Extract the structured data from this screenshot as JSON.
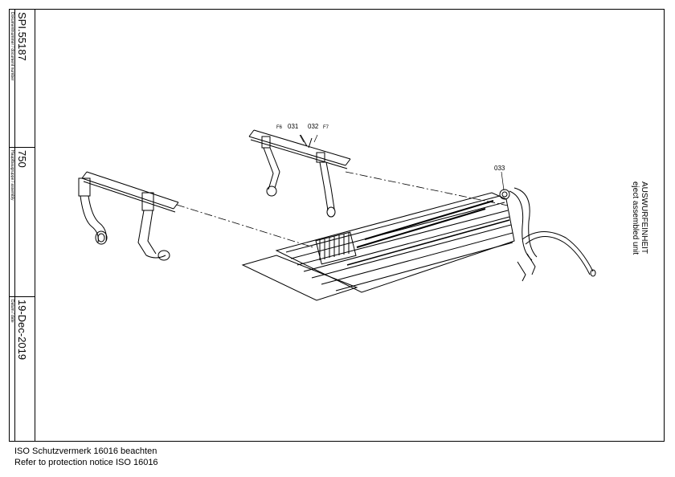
{
  "title_block": {
    "document_number_label": "Dokumentnummer / document number",
    "document_number": "SPI.55187",
    "assembly_label": "Hauptbaugruppe / assembly",
    "assembly": "750",
    "date_label": "Datum / date",
    "date": "19-Dec-2019"
  },
  "unit_title": {
    "de": "AUSWURFEINHEIT",
    "en": "eject assembled unit"
  },
  "callouts": {
    "f6": "F6",
    "p031": "031",
    "p032": "032",
    "f7": "F7",
    "p033": "033"
  },
  "notice": {
    "line1": "ISO Schutzvermerk 16016 beachten",
    "line2": "Refer to protection notice ISO 16016"
  }
}
